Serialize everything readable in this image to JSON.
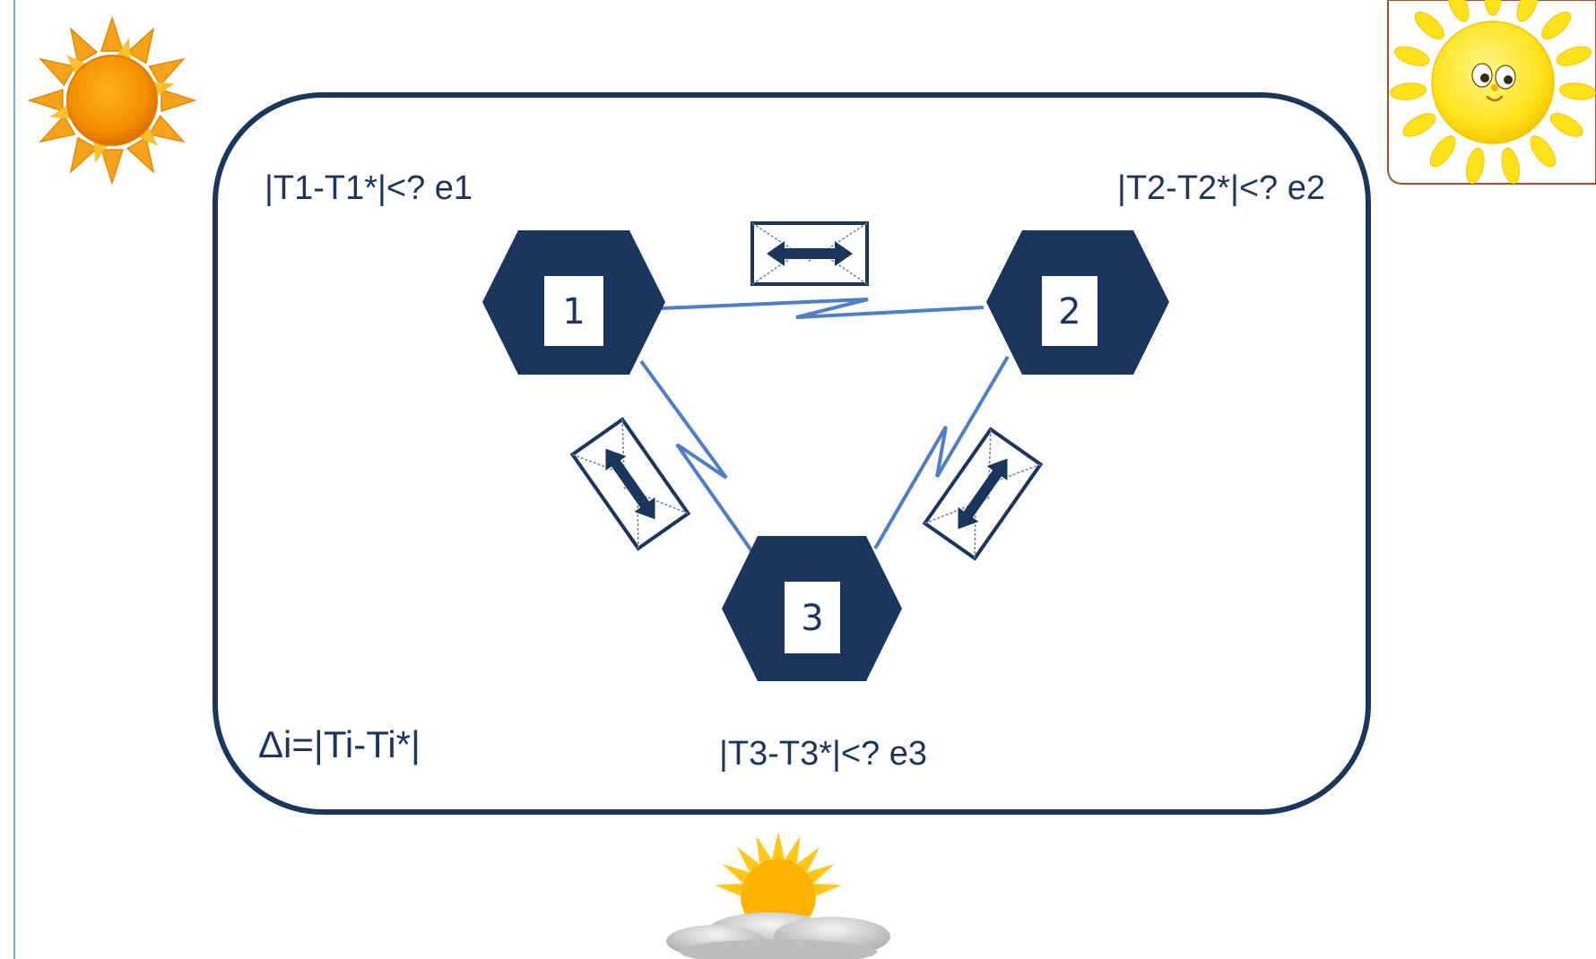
{
  "diagram": {
    "nodes": [
      {
        "id": "1",
        "label": "1"
      },
      {
        "id": "2",
        "label": "2"
      },
      {
        "id": "3",
        "label": "3"
      }
    ],
    "conditions": {
      "node1": "|T1-T1*|<? e1",
      "node2": "|T2-T2*|<? e2",
      "node3": "|T3-T3*|<? e3"
    },
    "formula": "Δi=|Ti-Ti*|"
  },
  "decorations": {
    "top_left": "orange-sun-icon",
    "top_right": "smiling-sun-icon",
    "bottom": "sun-behind-cloud-icon"
  },
  "colors": {
    "node_fill": "#1b365d",
    "link_line": "#4f7ec4",
    "frame_stroke": "#1b365d",
    "text": "#1b365d"
  }
}
